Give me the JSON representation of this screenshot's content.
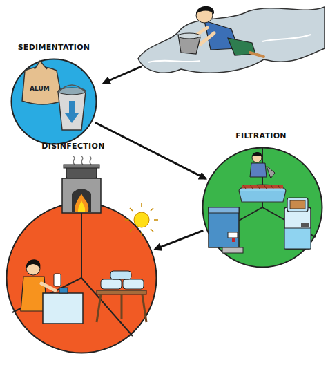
{
  "diagram": {
    "nodes": [
      {
        "text": [
          "SEDIMENTATION"
        ]
      },
      {
        "text": [
          "FILTRATION"
        ]
      },
      {
        "text": [
          "DISINFECTION"
        ]
      }
    ],
    "edges": [
      {
        "from": 0,
        "to": 1,
        "arrow": "to"
      },
      {
        "from": 1,
        "to": 2,
        "arrow": "to"
      }
    ],
    "labels": [
      "ALUM"
    ]
  }
}
